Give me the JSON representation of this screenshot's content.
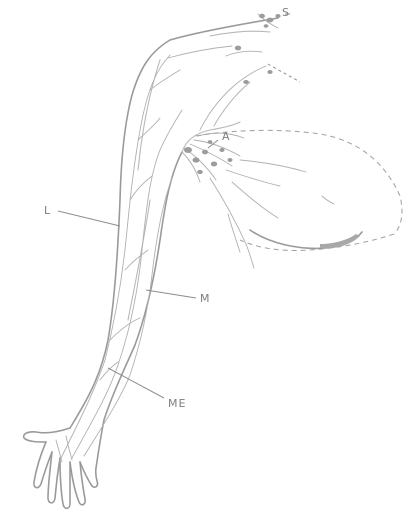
{
  "labels": {
    "s": "S",
    "a": "A",
    "l": "L",
    "m": "M",
    "me": "ME"
  }
}
